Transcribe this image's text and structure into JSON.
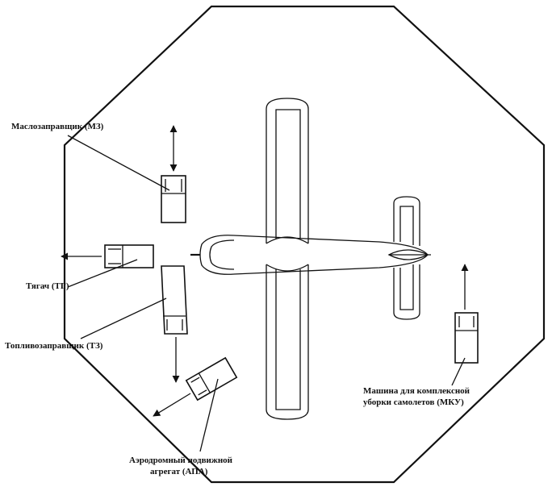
{
  "labels": {
    "mz": "Маслозаправщик (МЗ)",
    "tg": "Тягач (ТГ)",
    "tz": "Топливозаправщик (ТЗ)",
    "apa_line1": "Аэродромный подвижной",
    "apa_line2": "агрегат (АПА)",
    "mku_line1": "Машина для комплексной",
    "mku_line2": "уборки самолетов (МКУ)"
  }
}
